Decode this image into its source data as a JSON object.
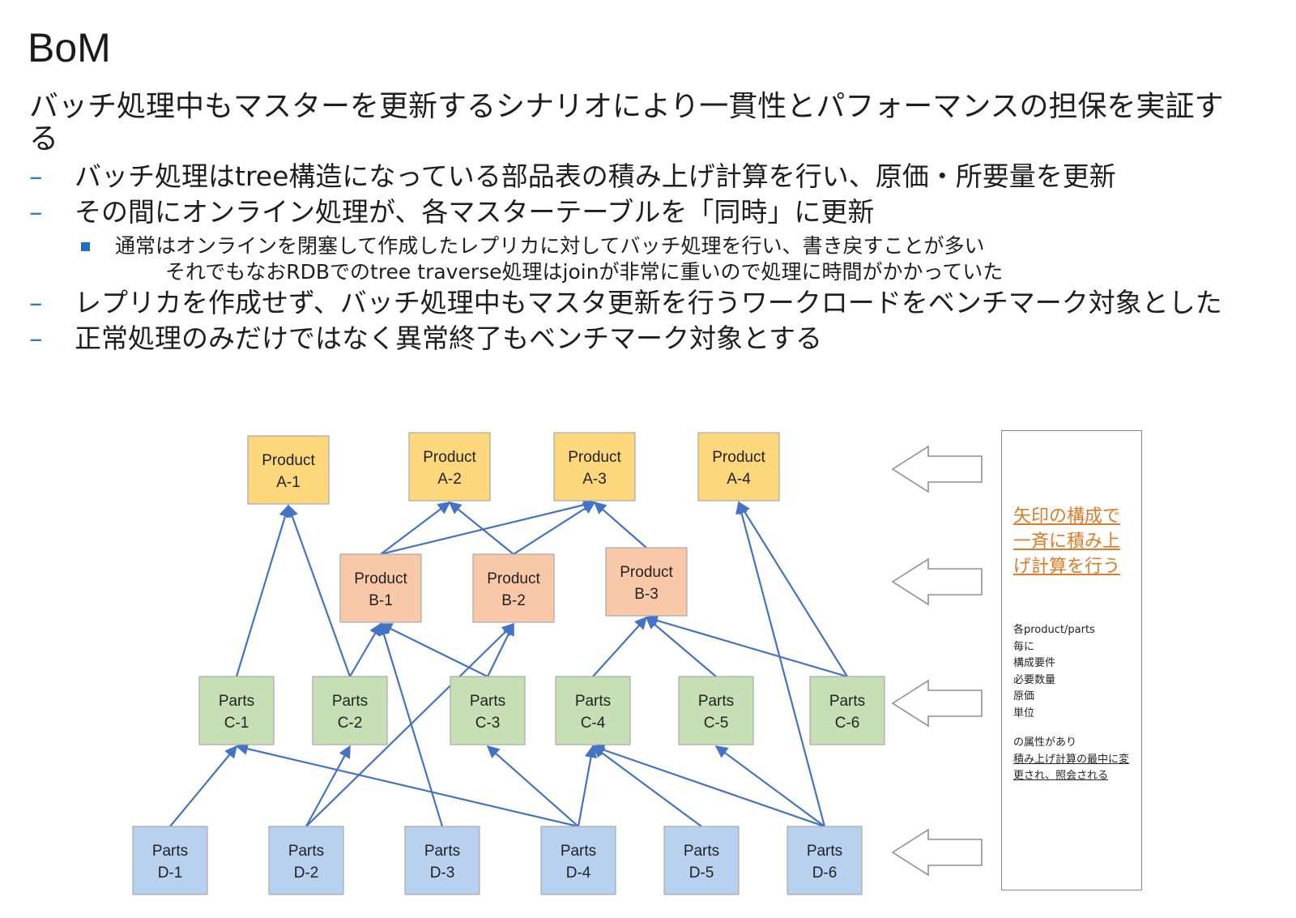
{
  "title": "BoM",
  "lead": "バッチ処理中もマスターを更新するシナリオにより一貫性とパフォーマンスの担保を実証する",
  "bullets": {
    "b1": "バッチ処理はtree構造になっている部品表の積み上げ計算を行い、原価・所要量を更新",
    "b2": "その間にオンライン処理が、各マスターテーブルを「同時」に更新",
    "b2_sub1": "通常はオンラインを閉塞して作成したレプリカに対してバッチ処理を行い、書き戻すことが多い",
    "b2_sub1_cont": "それでもなおRDBでのtree traverse処理はjoinが非常に重いので処理に時間がかかっていた",
    "b3": "レプリカを作成せず、バッチ処理中もマスタ更新を行うワークロードをベンチマーク対象とした",
    "b4": "正常処理のみだけではなく異常終了もベンチマーク対象とする"
  },
  "nodes": {
    "A1": [
      "Product",
      "A-1"
    ],
    "A2": [
      "Product",
      "A-2"
    ],
    "A3": [
      "Product",
      "A-3"
    ],
    "A4": [
      "Product",
      "A-4"
    ],
    "B1": [
      "Product",
      "B-1"
    ],
    "B2": [
      "Product",
      "B-2"
    ],
    "B3": [
      "Product",
      "B-3"
    ],
    "C1": [
      "Parts",
      "C-1"
    ],
    "C2": [
      "Parts",
      "C-2"
    ],
    "C3": [
      "Parts",
      "C-3"
    ],
    "C4": [
      "Parts",
      "C-4"
    ],
    "C5": [
      "Parts",
      "C-5"
    ],
    "C6": [
      "Parts",
      "C-6"
    ],
    "D1": [
      "Parts",
      "D-1"
    ],
    "D2": [
      "Parts",
      "D-2"
    ],
    "D3": [
      "Parts",
      "D-3"
    ],
    "D4": [
      "Parts",
      "D-4"
    ],
    "D5": [
      "Parts",
      "D-5"
    ],
    "D6": [
      "Parts",
      "D-6"
    ]
  },
  "side": {
    "heading": "矢印の構成で一斉に積み上げ計算を行う",
    "l1": "各product/parts",
    "l2": "毎に",
    "l3": "構成要件",
    "l4": "必要数量",
    "l5": "原価",
    "l6": "単位",
    "l7": "の属性があり",
    "l8": "積み上げ計算の最中に変更され、照会される"
  },
  "colors": {
    "product_a": "#fdd77c",
    "product_b": "#f8c8a8",
    "parts_c": "#c6dfb5",
    "parts_d": "#b7d1ee",
    "edge": "#4472c4",
    "side_heading": "#e07a26"
  }
}
